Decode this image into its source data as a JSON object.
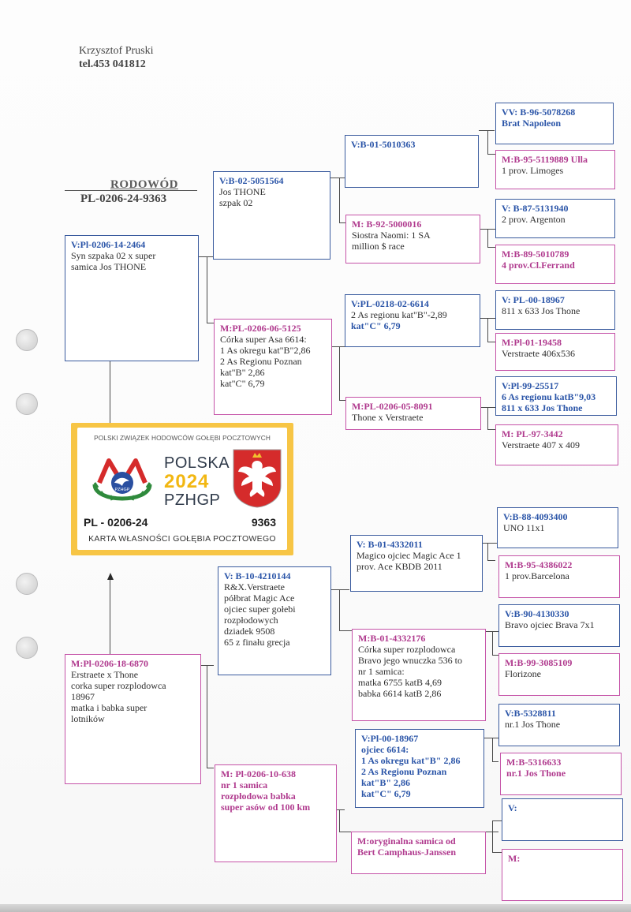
{
  "owner": {
    "name": "Krzysztof Pruski",
    "phone": "tel.453 041812"
  },
  "pedigree": {
    "title": "RODOWÓD",
    "ring": "PL-0206-24-9363"
  },
  "card": {
    "association": "POLSKI ZWIĄZEK HODOWCÓW GOŁĘBI POCZTOWYCH",
    "country": "POLSKA",
    "year": "2024",
    "org": "PZHGP",
    "logo_text": "PZHGP",
    "ring_left": "PL - 0206-24",
    "ring_right": "9363",
    "footer": "KARTA WŁASNOŚCI GOŁĘBIA POCZTOWEGO",
    "colors": {
      "frame": "#f7c545",
      "year": "#f2b712",
      "green": "#2f8a3c",
      "red": "#d52b2b",
      "blue": "#2a4fa0"
    }
  },
  "gen1": {
    "father": {
      "id": "V:Pl-0206-14-2464",
      "lines": [
        "Syn szpaka 02 x super",
        "samica Jos THONE"
      ]
    },
    "mother": {
      "id": "M:Pl-0206-18-6870",
      "lines": [
        "Erstraete x Thone",
        "corka super rozplodowca",
        "18967",
        "matka i babka super",
        "lotników"
      ]
    }
  },
  "gen2": {
    "ff": {
      "id": "V:B-02-5051564",
      "lines": [
        "Jos THONE",
        "szpak 02"
      ]
    },
    "fm": {
      "id": "M:PL-0206-06-5125",
      "lines": [
        "Córka super Asa 6614:",
        "1 As okregu kat\"B\"2,86",
        "2 As Regionu Poznan",
        "kat\"B\" 2,86",
        "kat\"C\" 6,79"
      ]
    },
    "mf": {
      "id": "V: B-10-4210144",
      "lines": [
        "R&X.Verstraete",
        "półbrat Magic Ace",
        "ojciec super gołebi",
        "rozpłodowych",
        "dziadek 9508",
        "65 z finału grecja"
      ]
    },
    "mm": {
      "id": "M: Pl-0206-10-638",
      "lines": [
        "nr 1 samica",
        "rozpłodowa babka",
        "super asów od 100 km"
      ]
    }
  },
  "gen3": {
    "fff": {
      "id": "V:B-01-5010363",
      "lines": []
    },
    "ffm": {
      "id": "M: B-92-5000016",
      "lines": [
        "Siostra Naomi: 1 SA",
        "million $ race"
      ]
    },
    "fmf": {
      "id": "V:PL-0218-02-6614",
      "lines": [
        "2 As regionu kat\"B\"-2,89"
      ],
      "bold_line": "kat\"C\" 6,79"
    },
    "fmm": {
      "id": "M:PL-0206-05-8091",
      "lines": [
        "Thone x Verstraete"
      ]
    },
    "mff": {
      "id": "V: B-01-4332011",
      "lines": [
        "Magico ojciec Magic Ace 1",
        "prov. Ace KBDB 2011"
      ]
    },
    "mfm": {
      "id": "M:B-01-4332176",
      "lines": [
        "Córka super rozplodowca",
        "Bravo jego wnuczka 536 to",
        "nr 1 samica:",
        "matka 6755 katB 4,69",
        "babka 6614 katB 2,86"
      ]
    },
    "mmf": {
      "id": "V:Pl-00-18967",
      "bold_lines": [
        "ojciec 6614:",
        "1 As okregu kat\"B\" 2,86",
        "2 As Regionu Poznan",
        "kat\"B\" 2,86",
        "kat\"C\" 6,79"
      ]
    },
    "mmm": {
      "id": "M:oryginalna samica od",
      "bold_lines": [
        "Bert Camphaus-Janssen"
      ]
    }
  },
  "gen4": [
    {
      "id": "VV: B-96-5078268",
      "bold_lines": [
        "Brat Napoleon"
      ],
      "lines": []
    },
    {
      "id": "M:B-95-5119889 Ulla",
      "bold_lines": [],
      "lines": [
        "1 prov. Limoges"
      ]
    },
    {
      "id": "V: B-87-5131940",
      "bold_lines": [],
      "lines": [
        "2 prov. Argenton"
      ]
    },
    {
      "id": "M:B-89-5010789",
      "bold_lines": [
        "4 prov.Cl.Ferrand"
      ],
      "lines": []
    },
    {
      "id": "V: PL-00-18967",
      "bold_lines": [],
      "lines": [
        "811 x 633 Jos Thone"
      ]
    },
    {
      "id": "M:Pl-01-19458",
      "bold_lines": [],
      "lines": [
        "Verstraete 406x536"
      ]
    },
    {
      "id": "V:Pl-99-25517",
      "bold_lines": [
        "6 As regionu katB\"9,03",
        "811 x 633 Jos Thone"
      ],
      "lines": []
    },
    {
      "id": "M: PL-97-3442",
      "bold_lines": [],
      "lines": [
        "Verstraete 407 x 409"
      ]
    },
    {
      "id": "V:B-88-4093400",
      "bold_lines": [],
      "lines": [
        "UNO 11x1"
      ]
    },
    {
      "id": "M:B-95-4386022",
      "bold_lines": [],
      "lines": [
        "1 prov.Barcelona"
      ]
    },
    {
      "id": "V:B-90-4130330",
      "bold_lines": [],
      "lines": [
        "Bravo ojciec Brava 7x1"
      ]
    },
    {
      "id": "M:B-99-3085109",
      "bold_lines": [],
      "lines": [
        "Florizone"
      ]
    },
    {
      "id": "V:B-5328811",
      "bold_lines": [],
      "lines": [
        "nr.1 Jos Thone"
      ]
    },
    {
      "id": "M:B-5316633",
      "bold_lines": [
        "nr.1 Jos Thone"
      ],
      "lines": []
    },
    {
      "id": "V:",
      "bold_lines": [],
      "lines": []
    },
    {
      "id": "M:",
      "bold_lines": [],
      "lines": []
    }
  ]
}
